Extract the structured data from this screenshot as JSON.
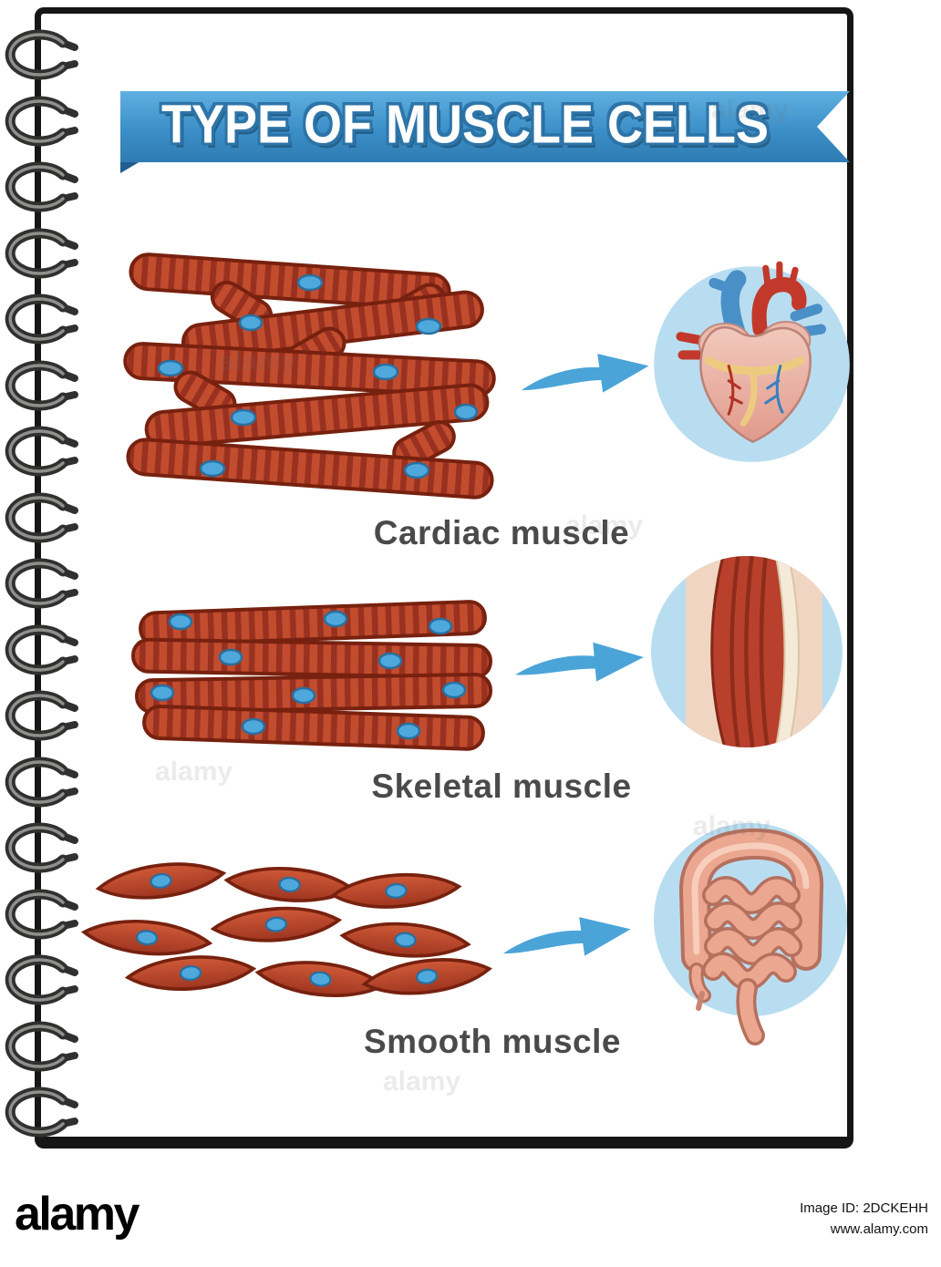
{
  "title": "TYPE OF MUSCLE CELLS",
  "sections": [
    {
      "label": "Cardiac muscle"
    },
    {
      "label": "Skeletal muscle"
    },
    {
      "label": "Smooth muscle"
    }
  ],
  "footer": {
    "brand": "alamy",
    "image_id": "Image ID: 2DCKEHH",
    "url": "www.alamy.com"
  },
  "colors": {
    "banner_blue": "#3c8fc8",
    "fiber_red": "#c24c2e",
    "fiber_stripe_dark": "#993120",
    "nucleus_blue": "#4fa8dc",
    "arrow_blue": "#4ba4d8",
    "circle_bg": "#b9ddf0",
    "label_gray": "#4a4a4a",
    "frame_black": "#161616"
  }
}
